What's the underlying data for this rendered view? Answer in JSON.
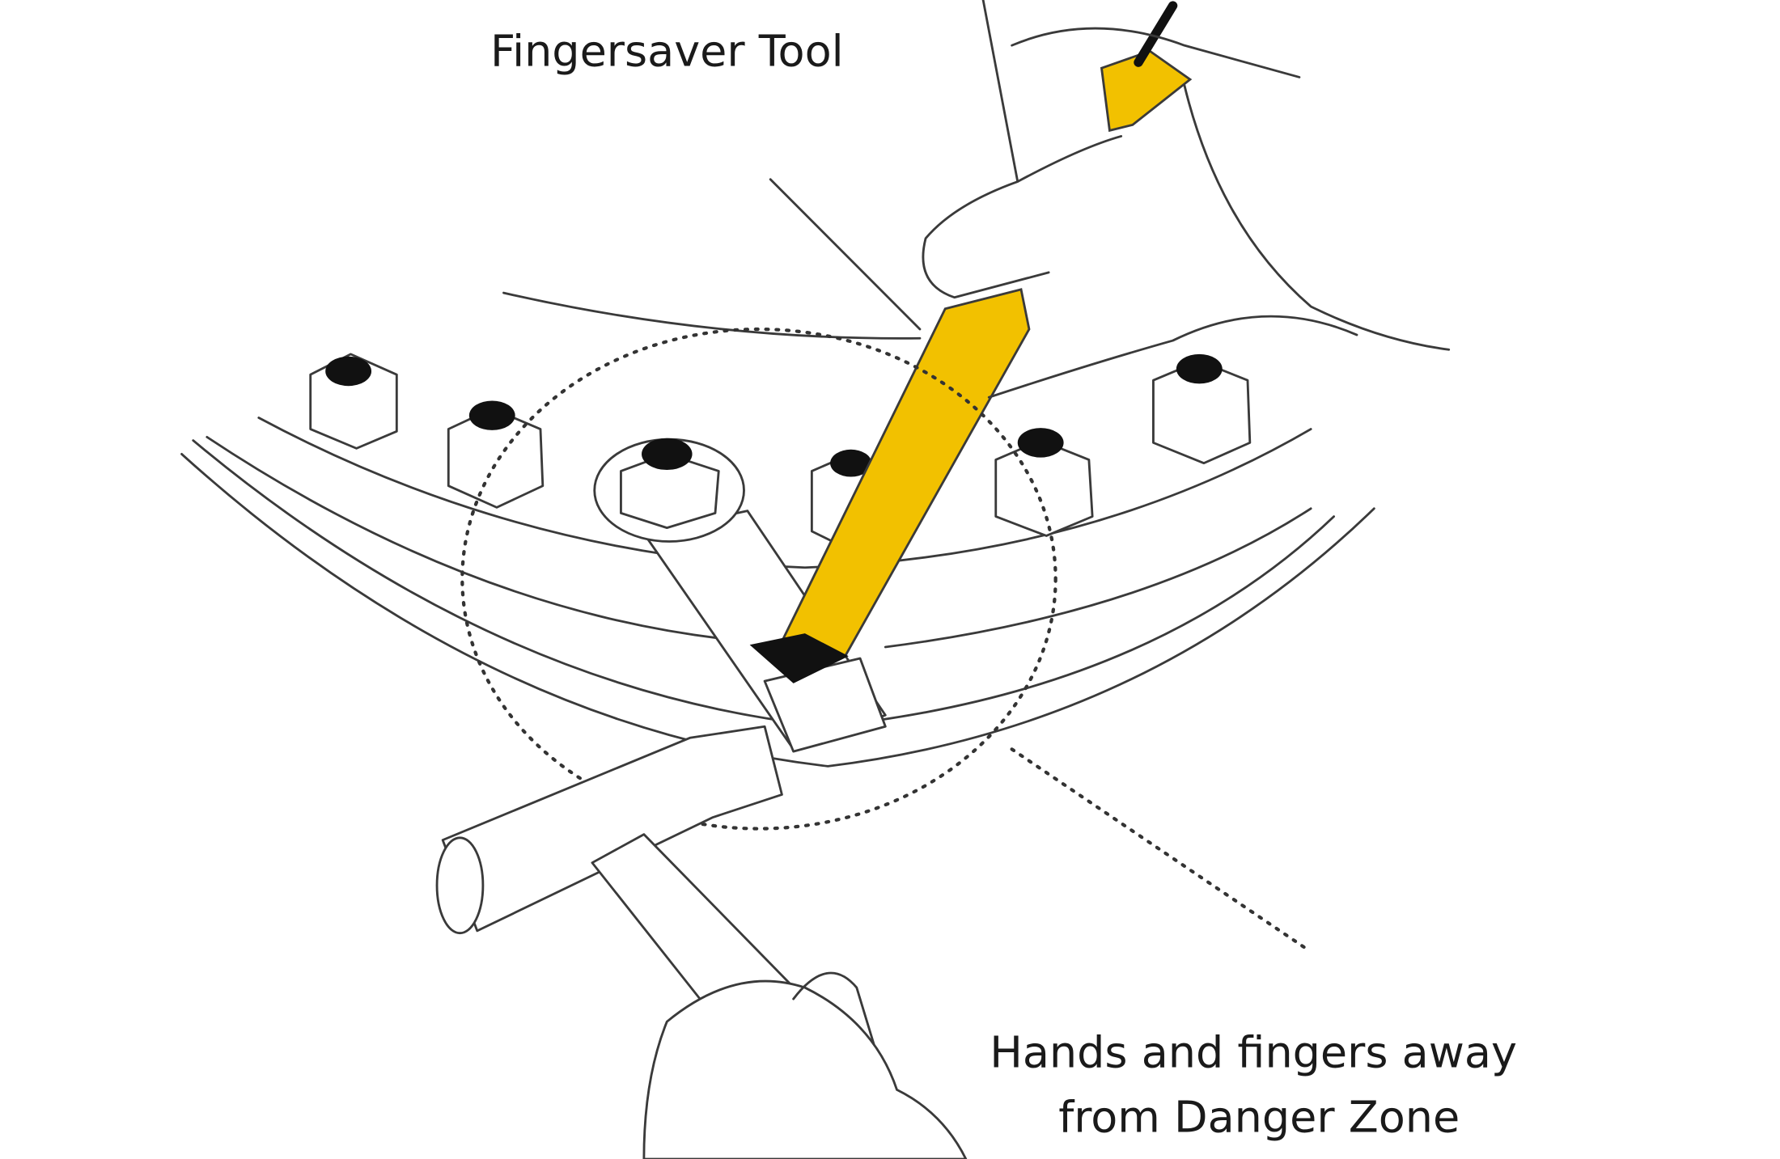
{
  "title": "Fingersaver Tool",
  "warning": {
    "line1": "Hands and fingers away",
    "line2": "from Danger Zone"
  },
  "colors": {
    "tool": "#F2C100",
    "line": "#3a3a3a",
    "background": "#ffffff"
  }
}
